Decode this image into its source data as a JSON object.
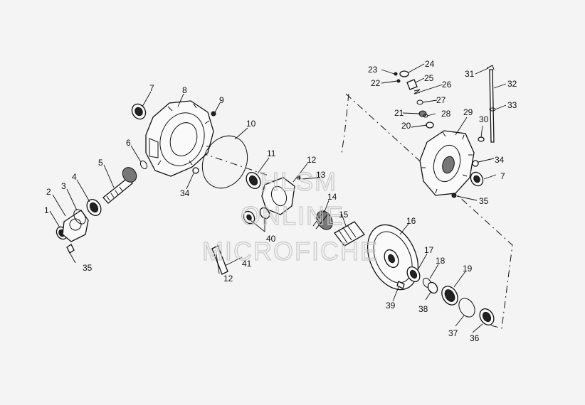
{
  "watermark": {
    "line1": "HLSM",
    "line2": "ONLINE",
    "line3": "MICROFICHE"
  },
  "callouts": {
    "c1": "1",
    "c2": "2",
    "c3": "3",
    "c4": "4",
    "c5": "5",
    "c6": "6",
    "c7a": "7",
    "c8": "8",
    "c9": "9",
    "c10": "10",
    "c11": "11",
    "c12a": "12",
    "c13": "13",
    "c14": "14",
    "c15": "15",
    "c16": "16",
    "c17": "17",
    "c18": "18",
    "c19": "19",
    "c20": "20",
    "c21": "21",
    "c22": "22",
    "c23": "23",
    "c24": "24",
    "c25": "25",
    "c26": "26",
    "c27": "27",
    "c28": "28",
    "c29": "29",
    "c30": "30",
    "c31": "31",
    "c32": "32",
    "c33": "33",
    "c34a": "34",
    "c34b": "34",
    "c7b": "7",
    "c35a": "35",
    "c35b": "35",
    "c36": "36",
    "c37": "37",
    "c38": "38",
    "c39": "39",
    "c40": "40",
    "c41": "41",
    "c12b": "12"
  }
}
